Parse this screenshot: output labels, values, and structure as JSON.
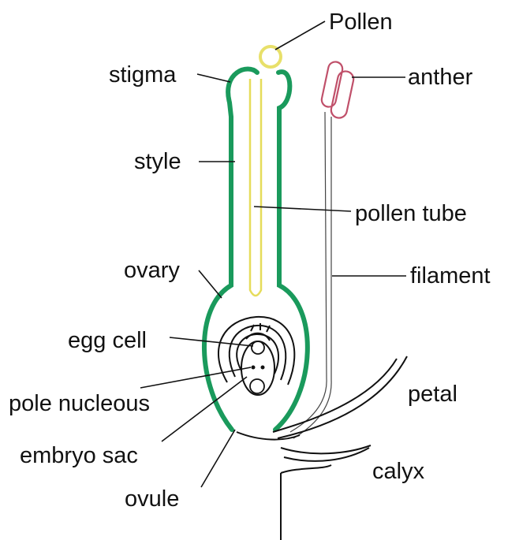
{
  "labels": {
    "pollen": "Pollen",
    "stigma": "stigma",
    "anther": "anther",
    "style": "style",
    "pollen_tube": "pollen tube",
    "ovary": "ovary",
    "filament": "filament",
    "egg_cell": "egg cell",
    "pole_nucleous": "pole nucleous",
    "petal": "petal",
    "embryo_sac": "embryo sac",
    "calyx": "calyx",
    "ovule": "ovule"
  },
  "colors": {
    "pistil_wall": "#1a9a5c",
    "pollen": "#e8e06a",
    "pollen_tube": "#e6dc5a",
    "anther": "#c0506a",
    "outline": "#111111"
  }
}
